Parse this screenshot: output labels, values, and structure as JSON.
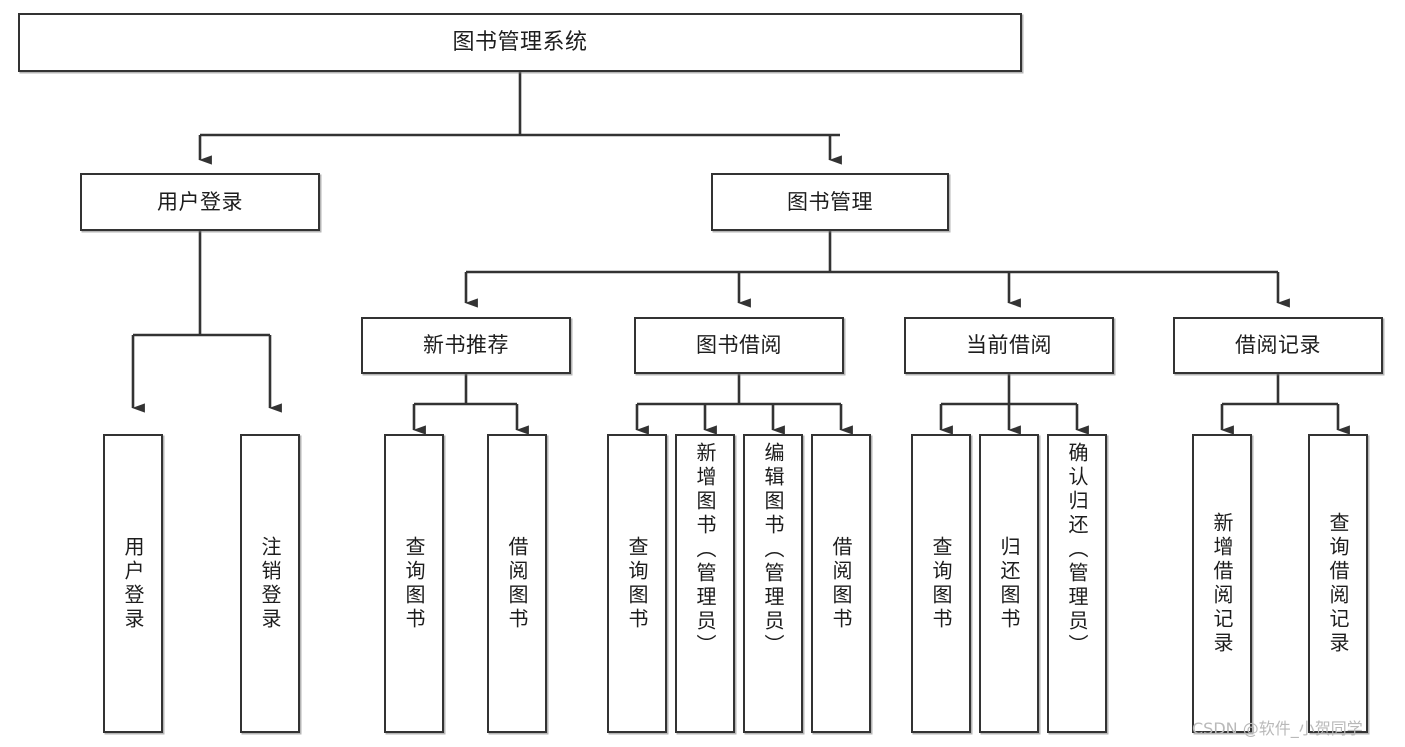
{
  "diagram": {
    "title": "图书管理系统",
    "type": "功能结构图",
    "stroke_color": "#333333",
    "text_color": "#1d1d1d",
    "background_color": "#ffffff"
  },
  "root": {
    "label": "图书管理系统"
  },
  "level2": [
    {
      "id": "user-login",
      "label": "用户登录"
    },
    {
      "id": "book-management",
      "label": "图书管理"
    }
  ],
  "level3": [
    {
      "id": "new-book-recommend",
      "label": "新书推荐"
    },
    {
      "id": "book-borrow",
      "label": "图书借阅"
    },
    {
      "id": "current-borrow",
      "label": "当前借阅"
    },
    {
      "id": "borrow-record",
      "label": "借阅记录"
    }
  ],
  "leaves": {
    "user_login": [
      {
        "id": "leaf-user-login",
        "label": "用户登录"
      },
      {
        "id": "leaf-logout-login",
        "label": "注销登录"
      }
    ],
    "new_book_recommend": [
      {
        "id": "leaf-query-book-1",
        "label": "查询图书"
      },
      {
        "id": "leaf-borrow-book-1",
        "label": "借阅图书"
      }
    ],
    "book_borrow": [
      {
        "id": "leaf-query-book-2",
        "label": "查询图书"
      },
      {
        "id": "leaf-add-book",
        "label": "新增图书（管理员）"
      },
      {
        "id": "leaf-edit-book",
        "label": "编辑图书（管理员）"
      },
      {
        "id": "leaf-borrow-book-2",
        "label": "借阅图书"
      }
    ],
    "current_borrow": [
      {
        "id": "leaf-query-book-3",
        "label": "查询图书"
      },
      {
        "id": "leaf-return-book",
        "label": "归还图书"
      },
      {
        "id": "leaf-confirm-return",
        "label": "确认归还（管理员）"
      }
    ],
    "borrow_record": [
      {
        "id": "leaf-add-record",
        "label": "新增借阅记录"
      },
      {
        "id": "leaf-query-record",
        "label": "查询借阅记录"
      }
    ]
  },
  "watermark": {
    "text": "CSDN @软件_小贺同学"
  }
}
